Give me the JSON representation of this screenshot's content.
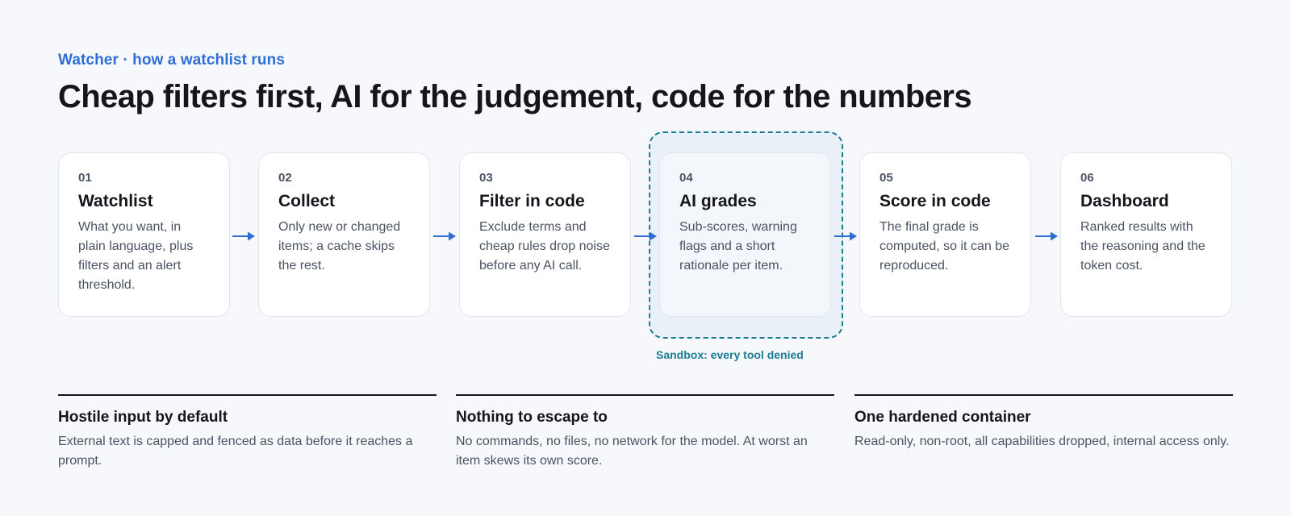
{
  "header": {
    "eyebrow": "Watcher · how a watchlist runs",
    "title": "Cheap filters first, AI for the judgement, code for the numbers"
  },
  "steps": [
    {
      "num": "01",
      "title": "Watchlist",
      "desc": "What you want, in plain language, plus filters and an alert threshold."
    },
    {
      "num": "02",
      "title": "Collect",
      "desc": "Only new or changed items; a cache skips the rest."
    },
    {
      "num": "03",
      "title": "Filter in code",
      "desc": "Exclude terms and cheap rules drop noise before any AI call."
    },
    {
      "num": "04",
      "title": "AI grades",
      "desc": "Sub-scores, warning flags and a short rationale per item."
    },
    {
      "num": "05",
      "title": "Score in code",
      "desc": "The final grade is computed, so it can be reproduced."
    },
    {
      "num": "06",
      "title": "Dashboard",
      "desc": "Ranked results with the reasoning and the token cost."
    }
  ],
  "sandbox": {
    "label": "Sandbox: every tool denied"
  },
  "notes": [
    {
      "title": "Hostile input by default",
      "desc": "External text is capped and fenced as data before it reaches a prompt."
    },
    {
      "title": "Nothing to escape to",
      "desc": "No commands, no files, no network for the model. At worst an item skews its own score."
    },
    {
      "title": "One hardened container",
      "desc": "Read-only, non-root, all capabilities dropped, internal access only."
    }
  ],
  "colors": {
    "accent": "#2f6ed6",
    "sandbox": "#1a7c93",
    "text": "#14161c",
    "muted": "#4a5263"
  }
}
